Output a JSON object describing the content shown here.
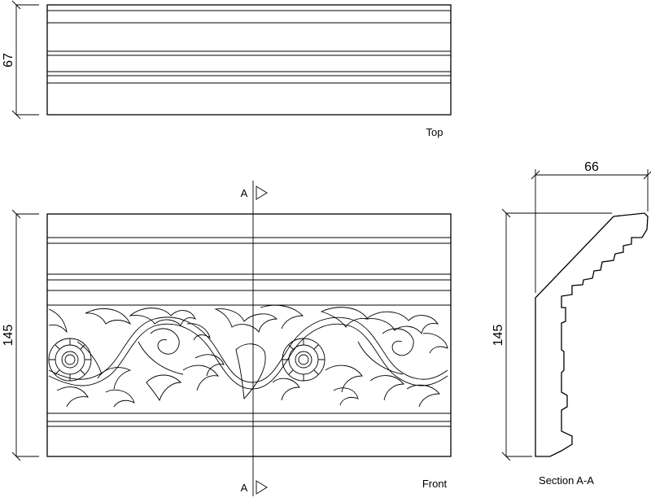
{
  "views": {
    "top": {
      "label": "Top",
      "height_dim": "67"
    },
    "front": {
      "label": "Front",
      "height_dim": "145"
    },
    "section": {
      "label": "Section A-A",
      "width_dim": "66",
      "height_dim": "145"
    }
  },
  "section_markers": {
    "top_letter": "A",
    "bottom_letter": "A"
  }
}
